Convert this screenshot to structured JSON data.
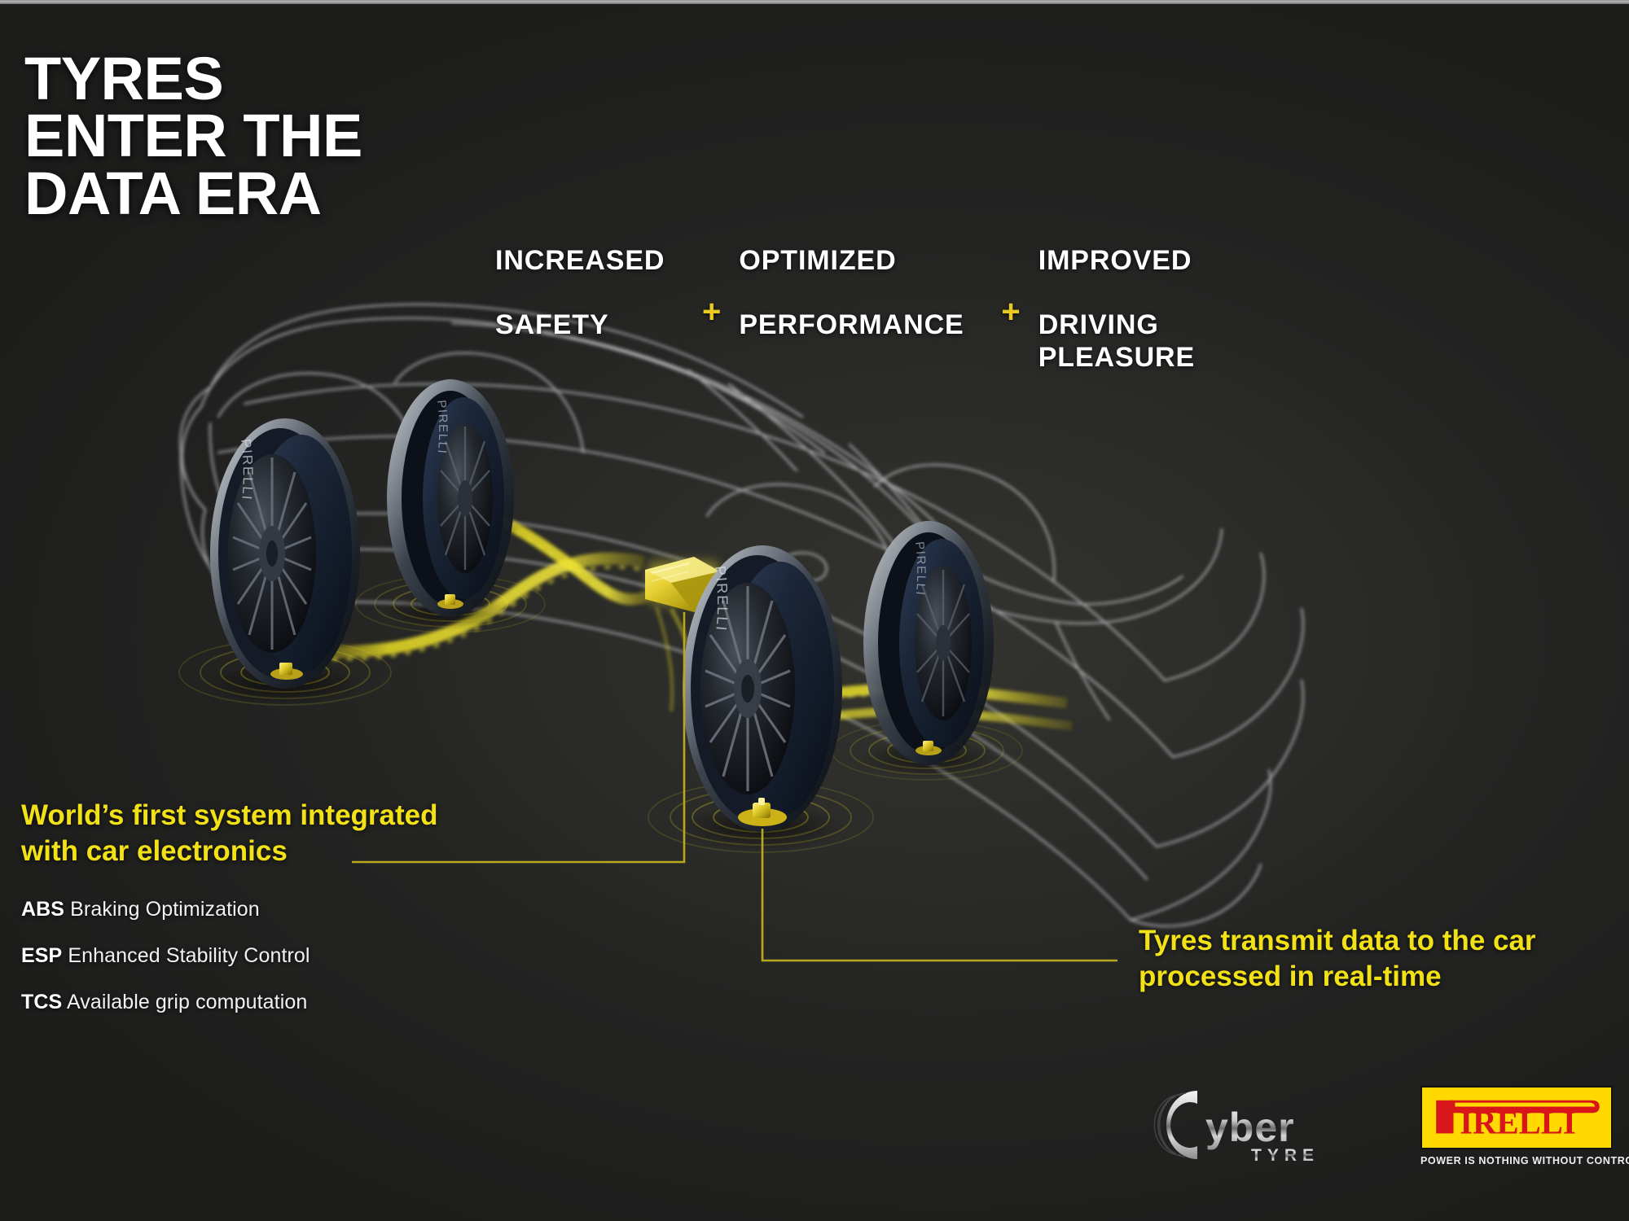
{
  "background": {
    "base_color": "#1d1d1c",
    "glow_color": "#33332f",
    "top_band_color": "#b9b9b9"
  },
  "colors": {
    "accent_yellow": "#f2e117",
    "plus_yellow": "#e8ca22",
    "white": "#ffffff",
    "pirelli_yellow": "#ffd900",
    "pirelli_red": "#d8161a"
  },
  "title": {
    "line1": "TYRES",
    "line2": "ENTER THE",
    "line3": "DATA ERA"
  },
  "tagline": {
    "separator": "+",
    "items": [
      {
        "line1": "INCREASED",
        "line2": "SAFETY"
      },
      {
        "line1": "OPTIMIZED",
        "line2": "PERFORMANCE"
      },
      {
        "line1": "IMPROVED",
        "line2": "DRIVING PLEASURE"
      }
    ]
  },
  "callout_left": {
    "headline_line1": "World’s first system integrated",
    "headline_line2": "with car electronics",
    "features": [
      {
        "abbr": "ABS",
        "text": "Braking Optimization"
      },
      {
        "abbr": "ESP",
        "text": "Enhanced Stability Control"
      },
      {
        "abbr": "TCS",
        "text": "Available grip computation"
      }
    ]
  },
  "callout_right": {
    "headline_line1": "Tyres transmit data to the car",
    "headline_line2": "processed in real-time"
  },
  "logos": {
    "cyber": {
      "name": "Cyber",
      "sub": "TYRE"
    },
    "pirelli": {
      "name": "PIRELLI",
      "tagline": "POWER IS NOTHING WITHOUT CONTROL"
    }
  },
  "artwork": {
    "description": "Wireframe sports car outline with four photo-real Pirelli tyres emitting yellow data streams into a central ECU module, concentric signal ripples under each wheel"
  }
}
